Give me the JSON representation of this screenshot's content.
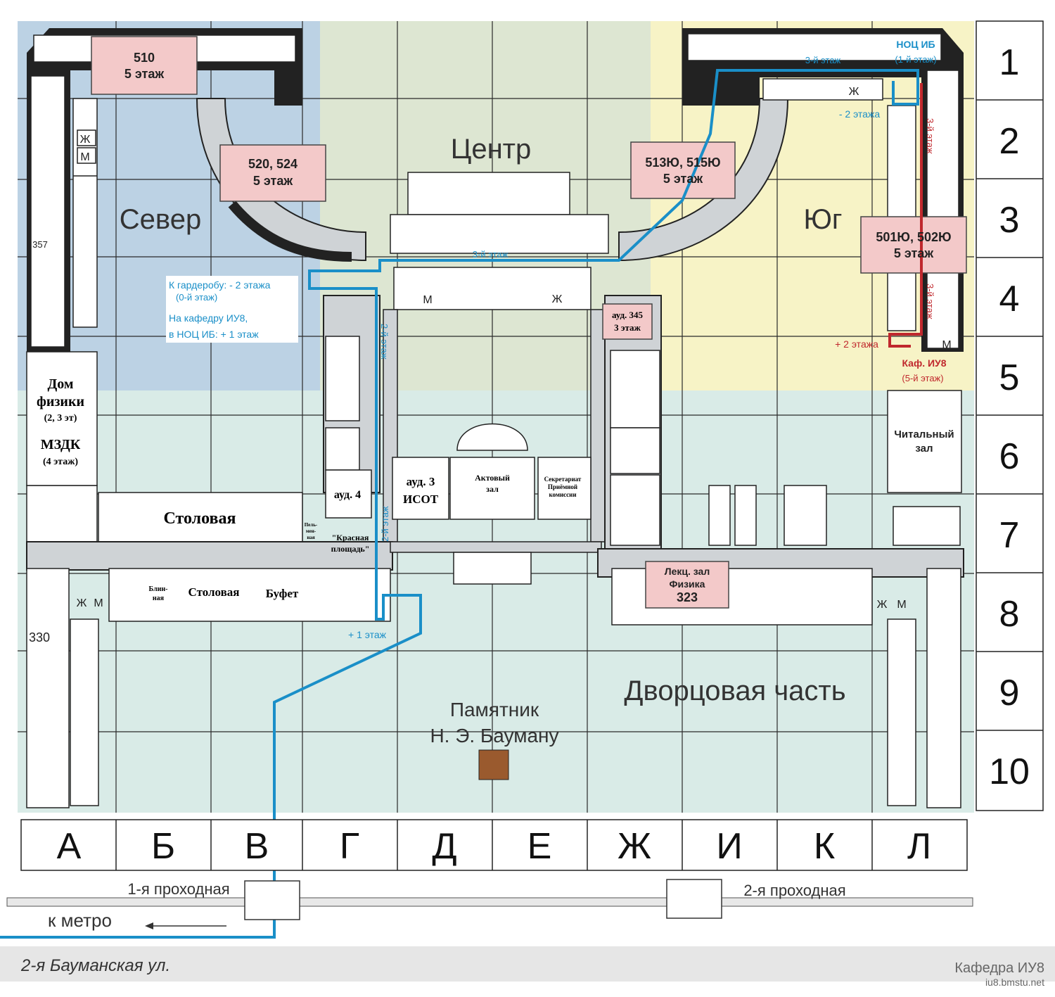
{
  "zones": {
    "north": "Север",
    "center": "Центр",
    "south": "Юг",
    "palace": "Дворцовая часть"
  },
  "monument": {
    "line1": "Памятник",
    "line2": "Н. Э. Бауману"
  },
  "rooms": {
    "r510": {
      "line1": "510",
      "line2": "5 этаж"
    },
    "r520": {
      "line1": "520, 524",
      "line2": "5 этаж"
    },
    "r513": {
      "line1": "513Ю, 515Ю",
      "line2": "5 этаж"
    },
    "r501": {
      "line1": "501Ю, 502Ю",
      "line2": "5 этаж"
    },
    "r345": {
      "line1": "ауд. 345",
      "line2": "3 этаж"
    },
    "r323": {
      "line1": "Лекц. зал",
      "line2": "Физика",
      "line3": "323"
    },
    "r357": "357",
    "r330": "330",
    "dom": {
      "line1": "Дом",
      "line2": "физики",
      "line3": "(2, 3 эт)",
      "line4": "МЗДК",
      "line5": "(4 этаж)"
    },
    "stolovaya1": "Столовая",
    "stolovaya2": "Столовая",
    "blinnaya": {
      "line1": "Блин-",
      "line2": "ная"
    },
    "bufet": "Буфет",
    "pelmennaya": {
      "line1": "Пель-",
      "line2": "мен-",
      "line3": "ная"
    },
    "aud4": "ауд. 4",
    "aud3": {
      "line1": "ауд. 3",
      "line2": "ИСОТ"
    },
    "aktovy": {
      "line1": "Актовый",
      "line2": "зал"
    },
    "sekr": {
      "line1": "Секретариат",
      "line2": "Приёмной",
      "line3": "комиссии"
    },
    "krasnaya": {
      "line1": "\"Красная",
      "line2": "площадь\""
    },
    "chitalny": {
      "line1": "Читальный",
      "line2": "зал"
    },
    "noc": {
      "line1": "НОЦ ИБ",
      "line2": "(1-й этаж)"
    },
    "kaf": {
      "line1": "Каф. ИУ8",
      "line2": "(5-й этаж)"
    },
    "wc_w": "Ж",
    "wc_m": "М"
  },
  "route_labels": {
    "third_floor_top": "3-й этаж",
    "minus2": "- 2 этажа",
    "third_floor_red1": "3-й этаж",
    "third_floor_red2": "3-й этаж",
    "plus2": "+ 2 этажа",
    "third_floor_mid": "3-й этаж",
    "second_floor_1": "2-й этаж",
    "second_floor_2": "2-й этаж",
    "plus1": "+ 1 этаж",
    "garderob1": "К гардеробу: - 2 этажа",
    "garderob2": "(0-й этаж)",
    "kafedra1": "На кафедру ИУ8,",
    "kafedra2": "в НОЦ ИБ: + 1 этаж"
  },
  "columns": [
    "А",
    "Б",
    "В",
    "Г",
    "Д",
    "Е",
    "Ж",
    "И",
    "К",
    "Л"
  ],
  "rows": [
    "1",
    "2",
    "3",
    "4",
    "5",
    "6",
    "7",
    "8",
    "9",
    "10"
  ],
  "entrances": {
    "first": "1-я проходная",
    "second": "2-я проходная",
    "metro": "к метро"
  },
  "street": "2-я Бауманская ул.",
  "credit": {
    "line1": "Кафедра ИУ8",
    "line2": "iu8.bmstu.net"
  },
  "colors": {
    "north_zone": "#bcd2e4",
    "center_zone": "#dde6d2",
    "south_zone": "#f7f3c6",
    "palace_zone": "#d9ebe7",
    "room_highlight": "#f3c9c9",
    "route_blue": "#1a8fc8",
    "route_red": "#c0282d",
    "monument": "#9a5a2e"
  }
}
